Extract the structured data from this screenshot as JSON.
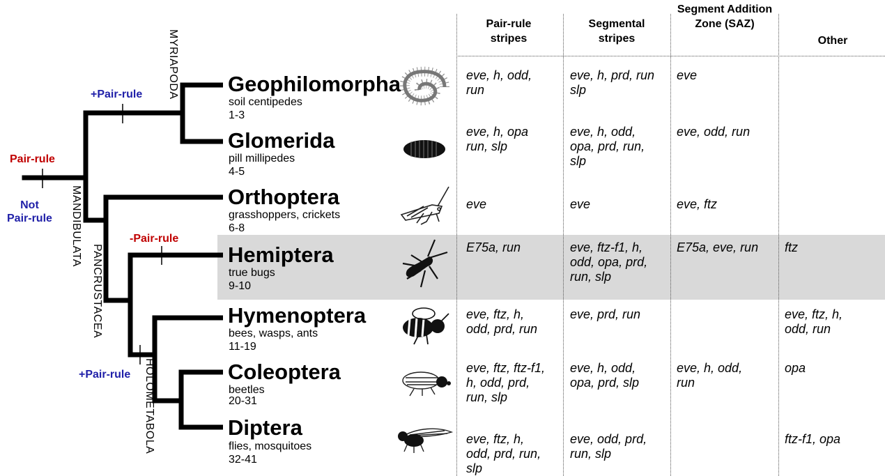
{
  "clades": {
    "myriapoda": "MYRIAPODA",
    "mandibulata": "MANDIBULATA",
    "pancrustacea": "PANCRUSTACEA",
    "holometabola": "HOLOMETABOLA"
  },
  "events": {
    "root_gain": "Pair-rule",
    "root_not": "Not\nPair-rule",
    "myriapoda_gain": "+Pair-rule",
    "hemiptera_loss": "-Pair-rule",
    "holometabola_gain": "+Pair-rule"
  },
  "columns": [
    "Pair-rule stripes",
    "Segmental stripes",
    "Segment Addition Zone (SAZ)",
    "Other"
  ],
  "taxa": [
    {
      "name": "Geophilomorpha",
      "common": "soil centipedes",
      "refs": "1-3",
      "icon": "centipede-icon",
      "pair_rule": "eve, h, odd,\nrun",
      "segmental": "eve, h, prd, run\nslp",
      "saz": "eve",
      "other": ""
    },
    {
      "name": "Glomerida",
      "common": "pill millipedes",
      "refs": "4-5",
      "icon": "pill-millipede-icon",
      "pair_rule": "eve, h, opa\nrun, slp",
      "segmental": "eve, h, odd,\nopa, prd, run,\nslp",
      "saz": "eve, odd, run",
      "other": ""
    },
    {
      "name": "Orthoptera",
      "common": "grasshoppers, crickets",
      "refs": "6-8",
      "icon": "grasshopper-icon",
      "pair_rule": "eve",
      "segmental": "eve",
      "saz": "eve, ftz",
      "other": ""
    },
    {
      "name": "Hemiptera",
      "common": "true bugs",
      "refs": "9-10",
      "icon": "true-bug-icon",
      "pair_rule": "E75a, run",
      "segmental": "eve, ftz-f1, h,\nodd, opa, prd,\nrun, slp",
      "saz": "E75a, eve, run",
      "other": "ftz"
    },
    {
      "name": "Hymenoptera",
      "common": "bees, wasps, ants",
      "refs": "11-19",
      "icon": "bee-icon",
      "pair_rule": "eve, ftz, h,\nodd, prd, run",
      "segmental": "eve, prd, run",
      "saz": "",
      "other": "eve, ftz, h,\nodd, run"
    },
    {
      "name": "Coleoptera",
      "common": "beetles",
      "refs": "20-31",
      "icon": "beetle-icon",
      "pair_rule": "eve, ftz, ftz-f1,\nh, odd, prd,\nrun, slp",
      "segmental": "eve, h, odd,\nopa, prd, slp",
      "saz": "eve, h, odd,\nrun",
      "other": "opa"
    },
    {
      "name": "Diptera",
      "common": "flies, mosquitoes",
      "refs": "32-41",
      "icon": "fly-icon",
      "pair_rule": "eve, ftz, h,\nodd, prd, run,\nslp",
      "segmental": "eve, odd, prd,\nrun, slp",
      "saz": "",
      "other": "ftz-f1, opa"
    }
  ],
  "colors": {
    "gain": "#1f1fa8",
    "loss": "#c00000",
    "highlight": "#d9d9d9",
    "tree": "#000000"
  }
}
